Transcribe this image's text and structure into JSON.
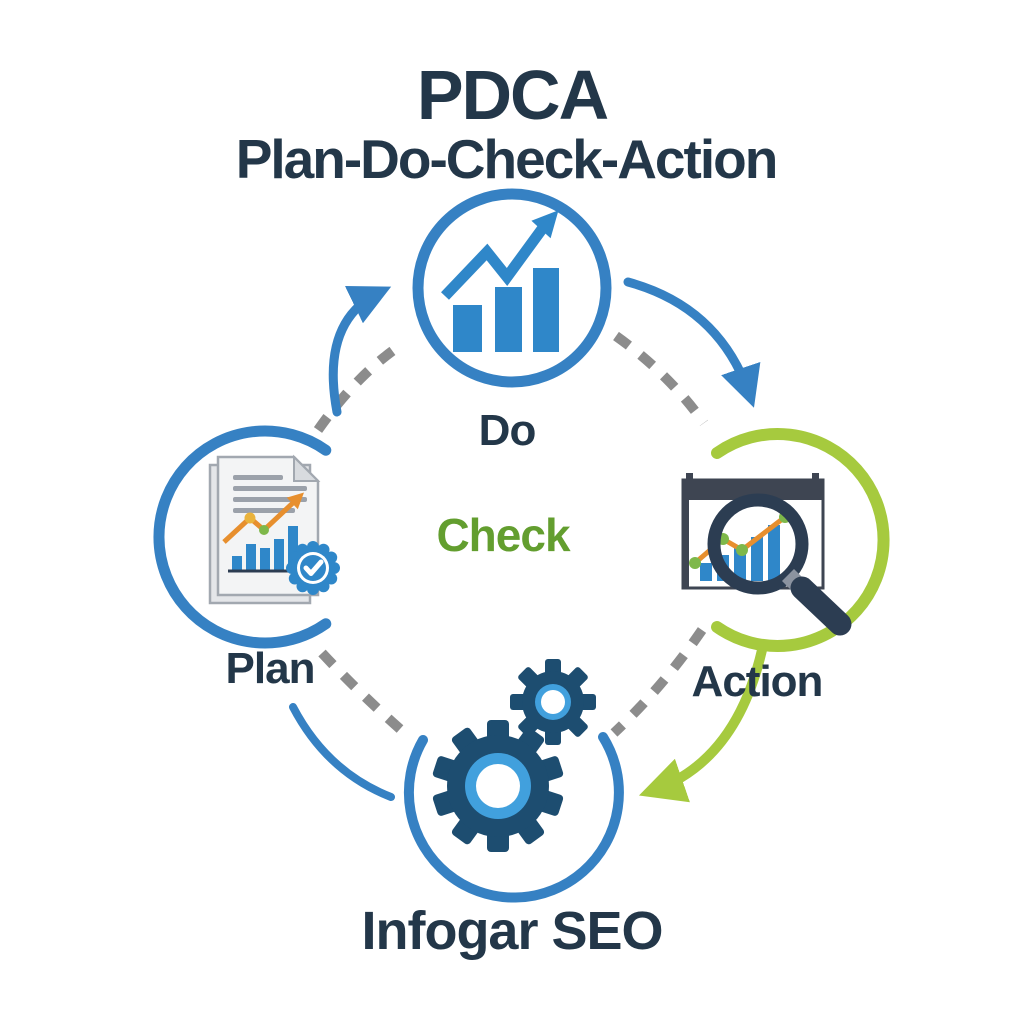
{
  "header": {
    "title": "PDCA",
    "subtitle": "Plan-Do-Check-Action"
  },
  "center": {
    "label": "Check"
  },
  "nodes": {
    "top": {
      "label": "Do",
      "icon": "growth-bar-chart-icon",
      "ring": "blue"
    },
    "left": {
      "label": "Plan",
      "icon": "report-document-check-icon",
      "ring": "blue"
    },
    "right": {
      "label": "Action",
      "icon": "chart-magnifier-icon",
      "ring": "green"
    },
    "bottom": {
      "label": "Infogar SEO",
      "icon": "gears-icon",
      "ring": "blue"
    }
  },
  "colors": {
    "navy": "#233749",
    "blue": "#3681c3",
    "bluelight": "#41a0dd",
    "green": "#a6ca3e",
    "greentext": "#639e2f",
    "gray": "#8c8c8c",
    "geardark": "#1d4d70",
    "icondark": "#2c3d52",
    "bar": "#2f87c9",
    "orange": "#e78f2e",
    "dotorange": "#eab33c",
    "dotgreen": "#7eb84a",
    "paper": "#f3f4f5",
    "paperback": "#e4e6e9",
    "docborder": "#a2a8b0",
    "docline": "#9ba1aa",
    "header": "#3e4552",
    "handlegray": "#8b93a0",
    "white": "#ffffff"
  }
}
